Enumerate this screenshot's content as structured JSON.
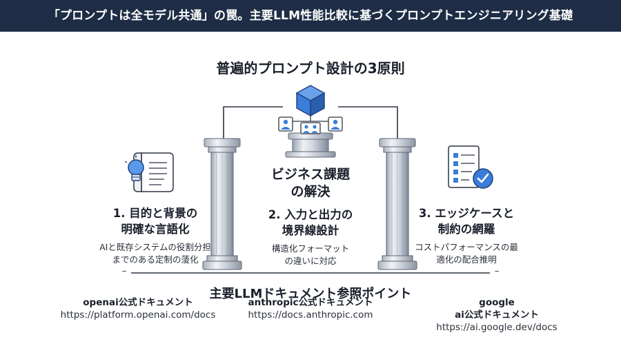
{
  "header": {
    "title": "「プロンプトは全モデル共通」の罠。主要LLM性能比較に基づくプロンプトエンジニアリング基礎"
  },
  "section_title": "普遍的プロンプト設計の3原則",
  "center_goal": {
    "line1": "ビジネス課題",
    "line2": "の解決"
  },
  "principles": [
    {
      "title_line1": "1. 目的と背景の",
      "title_line2": "明確な言語化",
      "desc_line1": "AIと既存システムの役割分担",
      "desc_line2": "までのある定制の蔆化"
    },
    {
      "title_line1": "2. 入力と出力の",
      "title_line2": "境界線設計",
      "desc_line1": "構造化フォーマット",
      "desc_line2": "の違いに対応"
    },
    {
      "title_line1": "3. エッジケースと",
      "title_line2": "制約の網羅",
      "desc_line1": "コストパフォーマンスの最",
      "desc_line2": "適化の配合推明"
    }
  ],
  "docs_title": "主要LLMドキュメント参照ポイント",
  "docs": [
    {
      "name_line1": "",
      "name_line2": "openai公式ドキュメント",
      "url": "https://platform.openai.com/docs"
    },
    {
      "name_line1": "",
      "name_line2": "anthropic公式ドキュメント",
      "url": "https://docs.anthropic.com"
    },
    {
      "name_line1": "google",
      "name_line2": "ai公式ドキュメント",
      "url": "https://ai.google.dev/docs"
    }
  ],
  "dash_marks": [
    "–",
    "–"
  ],
  "icons": {
    "left": "lightbulb-scroll-icon",
    "center": "cube-network-icon",
    "right": "checklist-icon"
  },
  "colors": {
    "header_bg": "#1e2d45",
    "accent_blue": "#3b7dd8",
    "pillar_light": "#e2e7ee",
    "pillar_dark": "#8e98a6",
    "outline": "#2c3440"
  }
}
